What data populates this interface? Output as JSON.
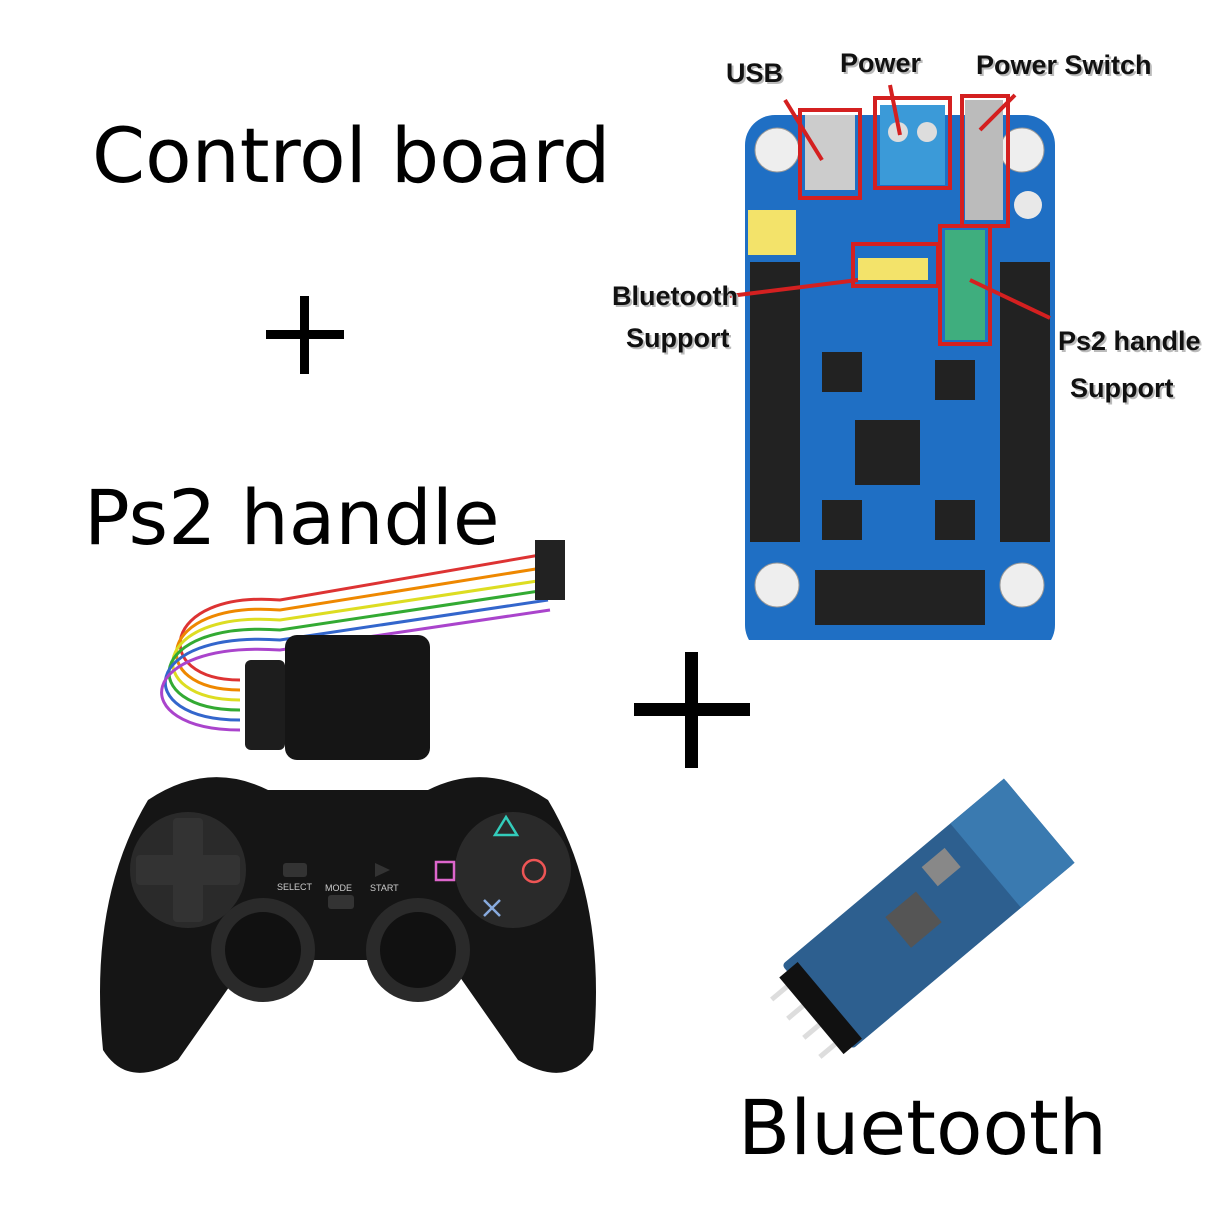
{
  "headings": {
    "control_board": "Control board",
    "ps2_handle": "Ps2 handle",
    "bluetooth": "Bluetooth"
  },
  "callouts": {
    "usb": "USB",
    "power": "Power",
    "power_switch": "Power Switch",
    "bluetooth_support_1": "Bluetooth",
    "bluetooth_support_2": "Support",
    "ps2_support_1": "Ps2 handle",
    "ps2_support_2": "Support"
  },
  "controller_labels": {
    "select": "SELECT",
    "mode": "MODE",
    "start": "START"
  },
  "colors": {
    "board_blue": "#1f6fc4",
    "callout_red": "#d42020",
    "header_yellow": "#f3e36a",
    "connector_green": "#3fae7e",
    "controller_black": "#151515"
  }
}
